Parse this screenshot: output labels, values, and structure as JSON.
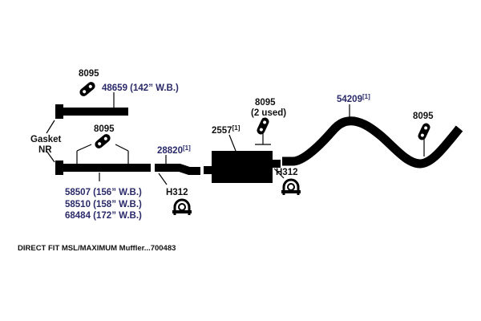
{
  "parts": {
    "hanger_top": "8095",
    "pipe_142": "48659 (142” W.B.)",
    "gasket_line1": "Gasket",
    "gasket_line2": "NR",
    "hanger_mid": "8095",
    "pipe_156": "58507 (156” W.B.)",
    "pipe_158": "58510 (158” W.B.)",
    "pipe_172": "68484 (172” W.B.)",
    "intermediate_pipe": "28820",
    "intermediate_pipe_note": "[1]",
    "clamp_left": "H312",
    "muffler": "2557",
    "muffler_note": "[1]",
    "hanger_muffler": "8095",
    "hanger_muffler_note": "(2 used)",
    "clamp_right": "H312",
    "tailpipe": "54209",
    "tailpipe_note": "[1]",
    "hanger_tail": "8095"
  },
  "footer": "DIRECT FIT MSL/MAXIMUM Muffler...700483",
  "colors": {
    "pipe": "#000000",
    "part_label": "#2a2a6a",
    "text": "#111111"
  }
}
